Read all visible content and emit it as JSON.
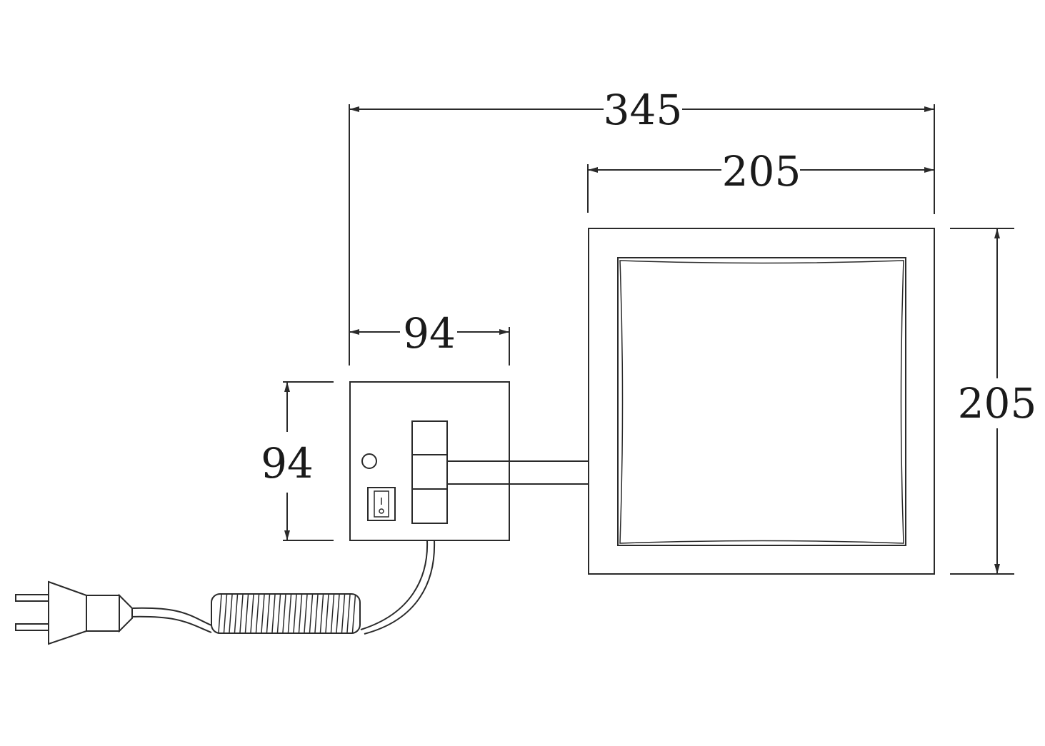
{
  "dimensions": {
    "overall_width": "345",
    "mirror_width": "205",
    "mirror_height": "205",
    "base_width": "94",
    "base_height": "94"
  },
  "colors": {
    "line": "#2a2a2a",
    "text": "#1a1a1a",
    "background": "#ffffff"
  }
}
